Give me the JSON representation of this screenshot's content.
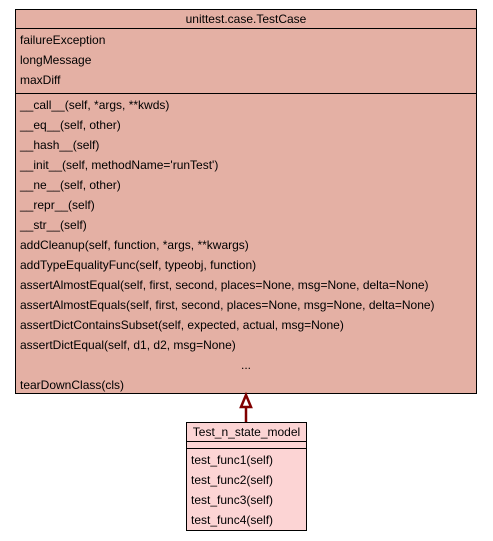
{
  "parent": {
    "title": "unittest.case.TestCase",
    "attributes": [
      "failureException",
      "longMessage",
      "maxDiff"
    ],
    "methods": [
      "__call__(self, *args, **kwds)",
      "__eq__(self, other)",
      "__hash__(self)",
      "__init__(self, methodName='runTest')",
      "__ne__(self, other)",
      "__repr__(self)",
      "__str__(self)",
      "addCleanup(self, function, *args, **kwargs)",
      "addTypeEqualityFunc(self, typeobj, function)",
      "assertAlmostEqual(self, first, second, places=None, msg=None, delta=None)",
      "assertAlmostEquals(self, first, second, places=None, msg=None, delta=None)",
      "assertDictContainsSubset(self, expected, actual, msg=None)",
      "assertDictEqual(self, d1, d2, msg=None)"
    ],
    "ellipsis": "...",
    "last_method": "tearDownClass(cls)",
    "fill_color": "#e4b0a4"
  },
  "child": {
    "title": "Test_n_state_model",
    "methods": [
      "test_func1(self)",
      "test_func2(self)",
      "test_func3(self)",
      "test_func4(self)"
    ],
    "fill_color": "#fcd4d4"
  },
  "edge": {
    "color": "#800000",
    "arrow": "hollow-triangle"
  }
}
